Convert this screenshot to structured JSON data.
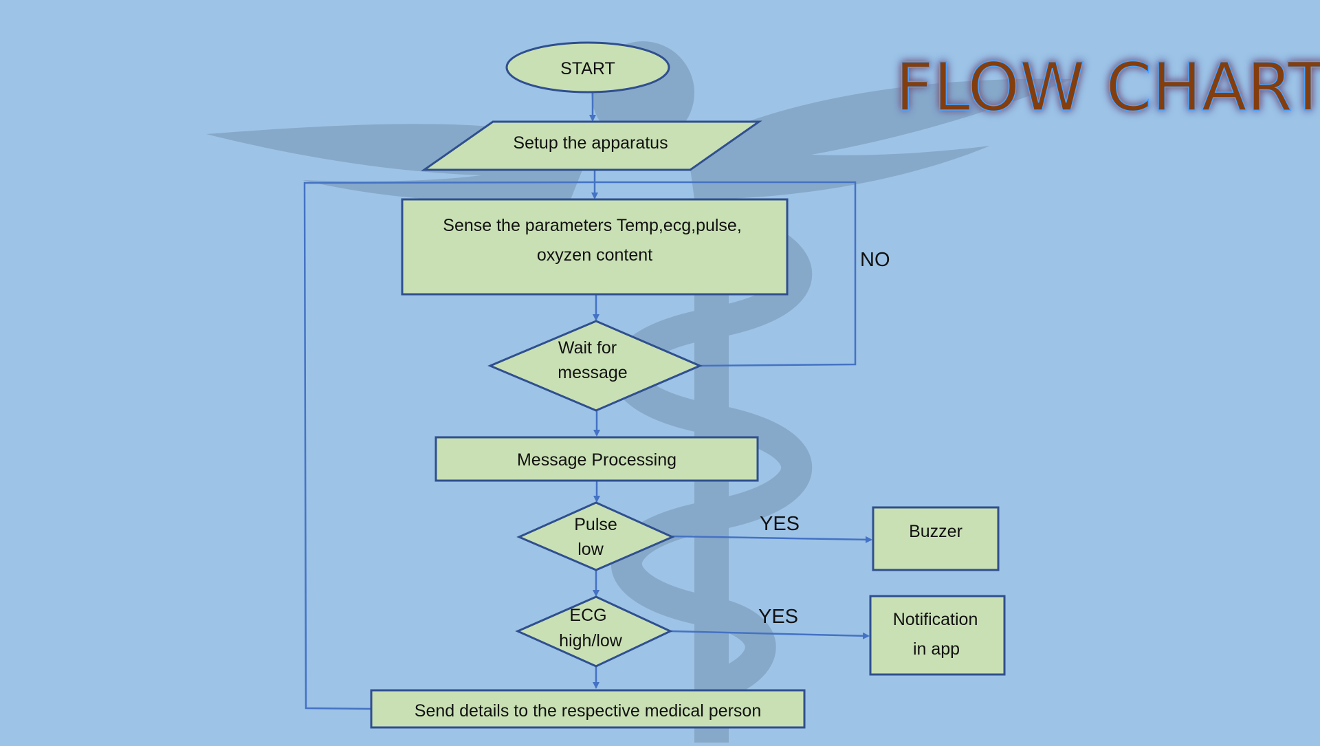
{
  "title": "FLOW CHART",
  "colors": {
    "background": "#9dc3e6",
    "node_fill": "#c9e0b4",
    "node_stroke": "#2f4f8f",
    "arrow": "#4472c4",
    "title_fill": "#843c0c",
    "title_glow": "#4aa3ff"
  },
  "nodes": {
    "start": {
      "lines": [
        "START"
      ]
    },
    "setup": {
      "lines": [
        "Setup the apparatus"
      ]
    },
    "sense": {
      "lines": [
        "Sense  the  parameters Temp,ecg,pulse,",
        "oxyzen content"
      ]
    },
    "wait": {
      "lines": [
        "Wait for",
        "message"
      ]
    },
    "processing": {
      "lines": [
        "Message Processing"
      ]
    },
    "pulse": {
      "lines": [
        "Pulse",
        "low"
      ]
    },
    "ecg": {
      "lines": [
        "ECG",
        "high/low"
      ]
    },
    "send": {
      "lines": [
        "Send details to the respective medical person"
      ]
    },
    "buzzer": {
      "lines": [
        "Buzzer"
      ]
    },
    "notification": {
      "lines": [
        "Notification",
        "in app"
      ]
    }
  },
  "edge_labels": {
    "no": "NO",
    "yes_pulse": "YES",
    "yes_ecg": "YES"
  }
}
